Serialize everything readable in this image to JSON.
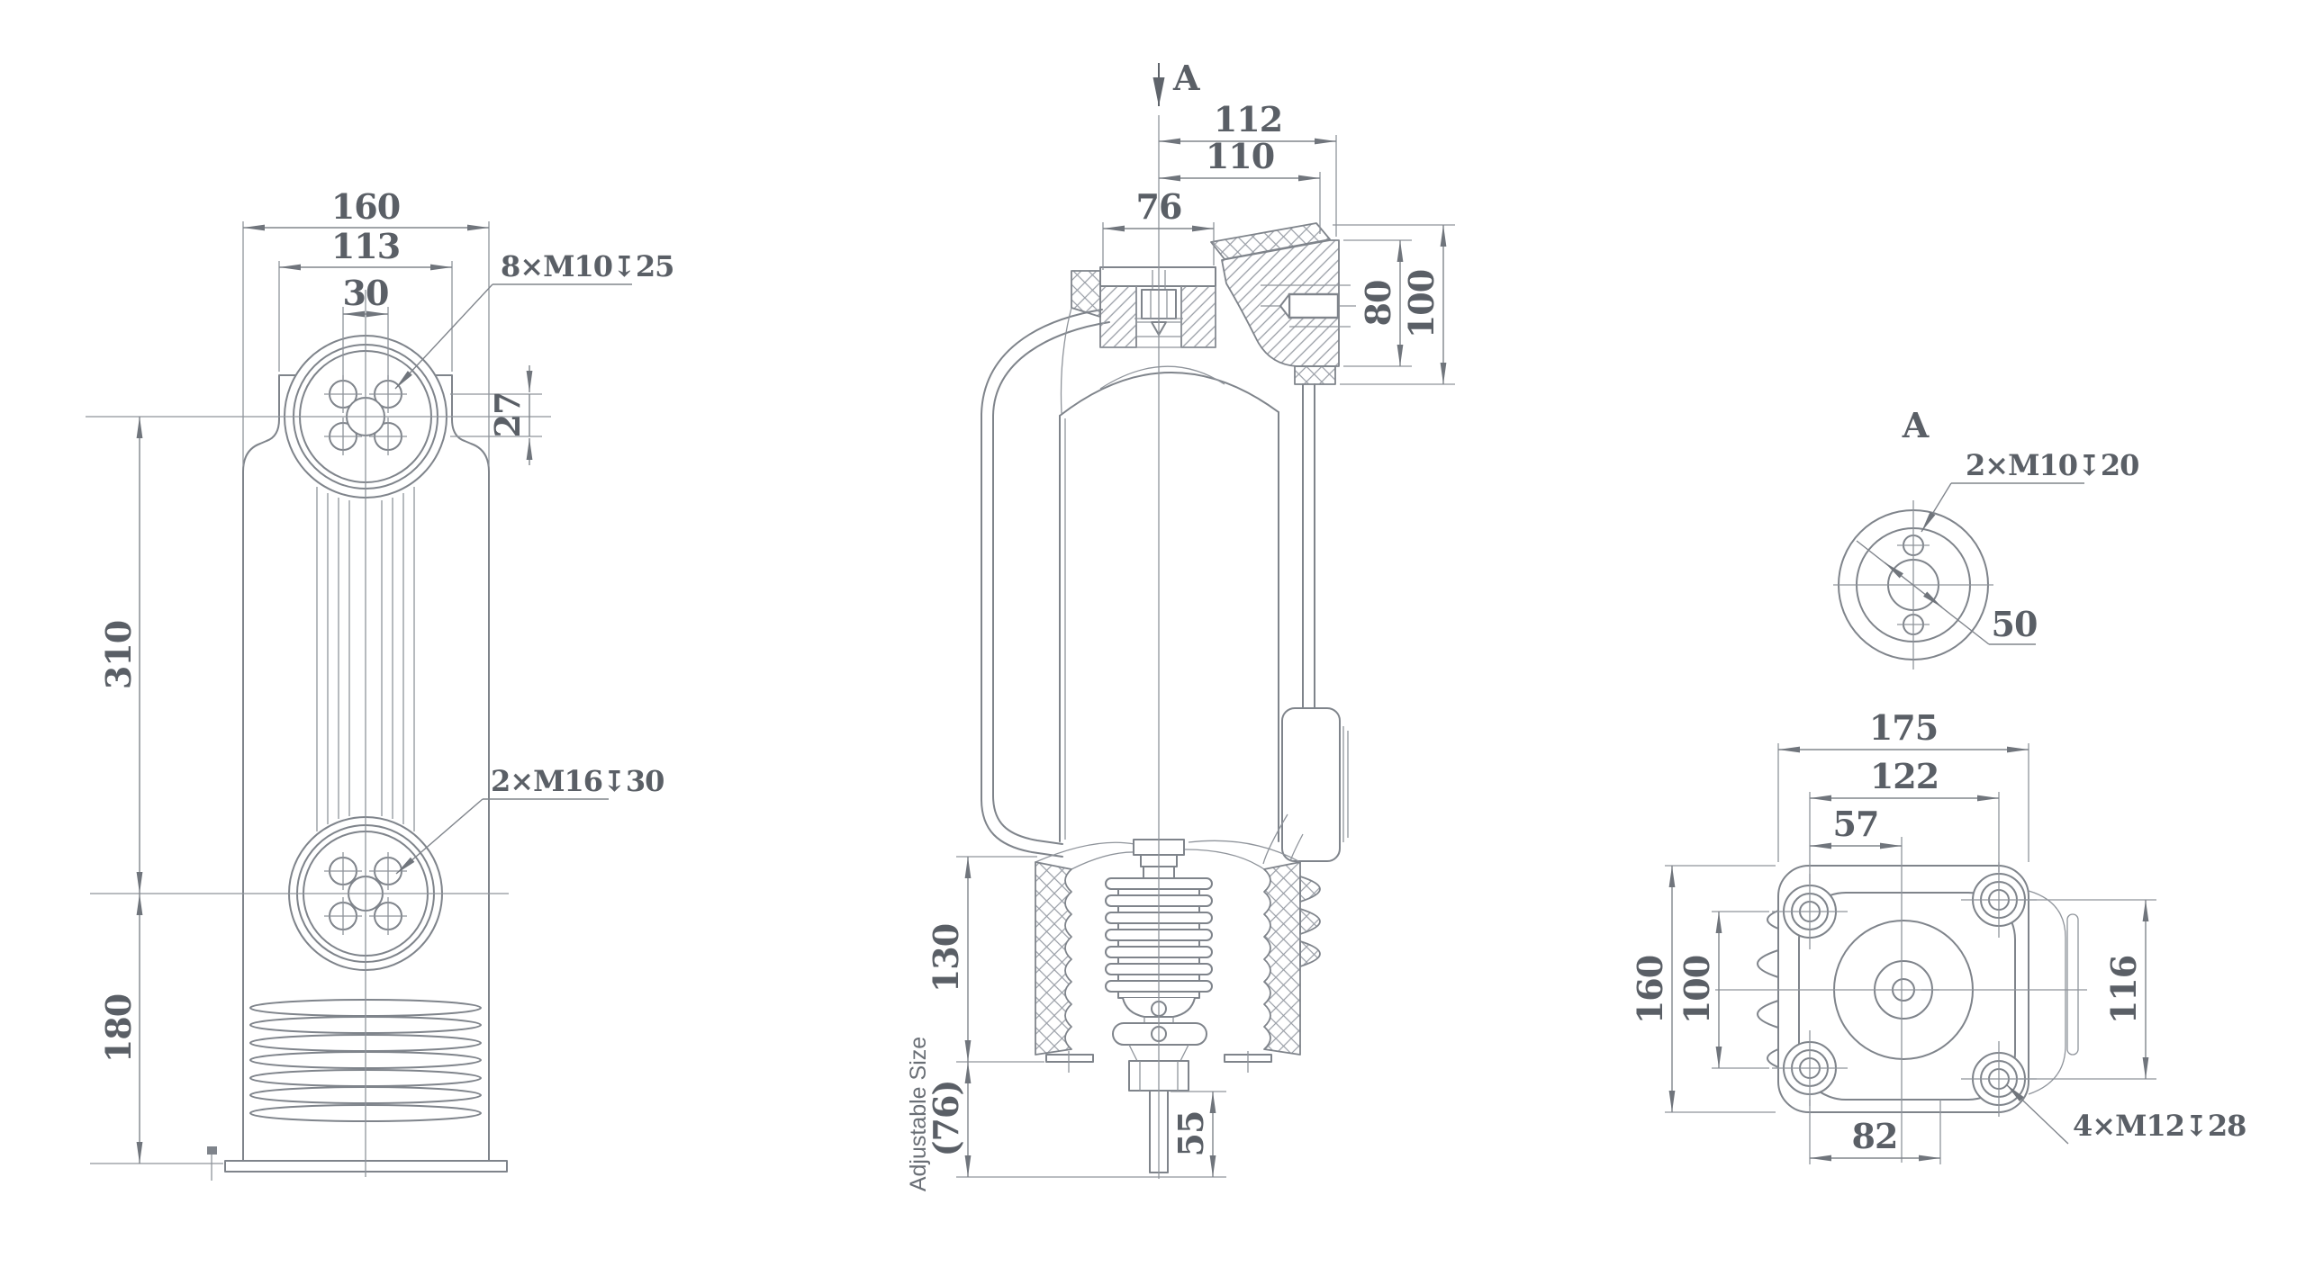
{
  "drawing": {
    "colors": {
      "line_color": "#7f848b",
      "dimension_color": "#80858c",
      "text_color": "#5a5f66",
      "background": "#ffffff"
    },
    "left_view": {
      "dim_overall_width": "160",
      "dim_flange_width": "113",
      "dim_hole_spacing": "30",
      "dim_hole_offset": "27",
      "dim_upper_height": "310",
      "dim_lower_height": "180",
      "label_upper_holes": "8×M10↧25",
      "label_lower_holes": "2×M16↧30"
    },
    "front_view": {
      "section_marker": "A",
      "dim_top_width_1": "112",
      "dim_top_width_2": "110",
      "dim_top_width_3": "76",
      "dim_terminal_depth": "80",
      "dim_terminal_height": "100",
      "dim_skirt_height": "130",
      "dim_adjustable": "(76)",
      "label_adjustable": "Adjustable Size",
      "dim_stem_length": "55"
    },
    "section_a_view": {
      "section_marker": "A",
      "label_holes": "2×M10↧20",
      "dim_bolt_circle": "50"
    },
    "bottom_view": {
      "dim_overall_width": "175",
      "dim_hole_span_width": "122",
      "dim_center_offset": "57",
      "dim_overall_height": "160",
      "dim_left_hole_span": "100",
      "dim_right_hole_span": "116",
      "dim_bottom_offset": "82",
      "label_corner_holes": "4×M12↧28"
    }
  }
}
